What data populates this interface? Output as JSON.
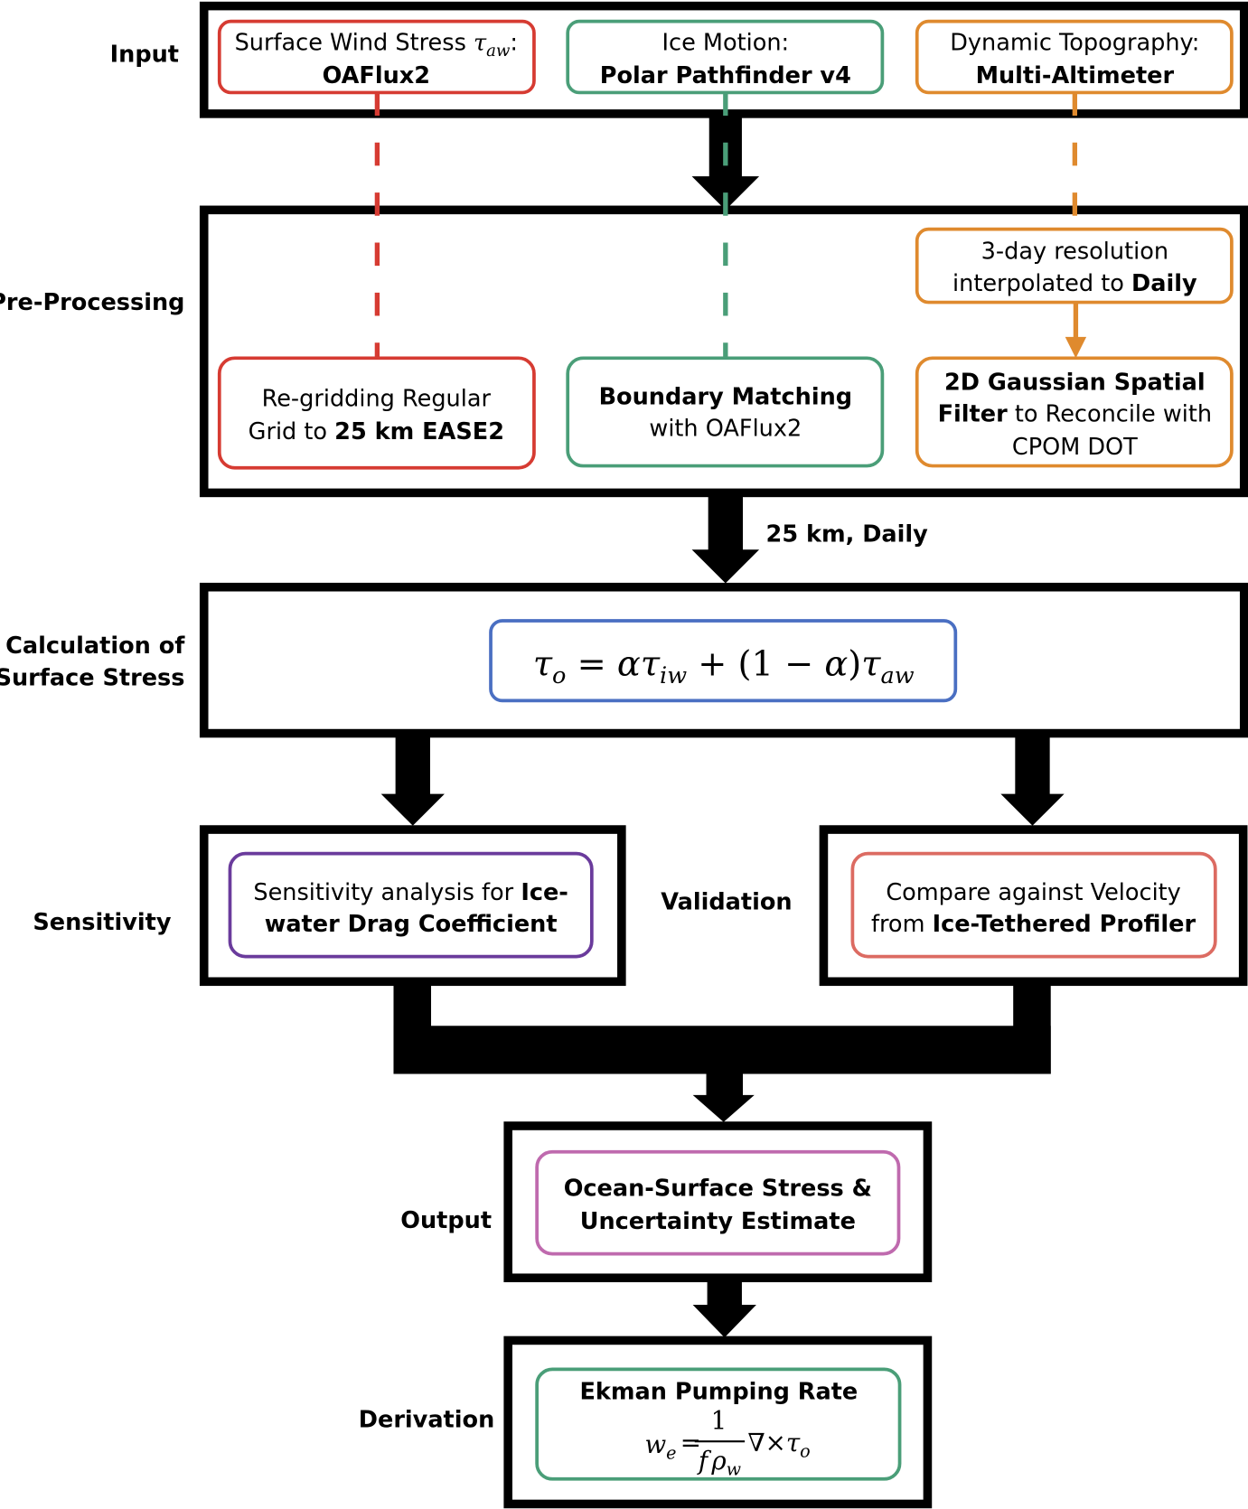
{
  "colors": {
    "red": "#d63b32",
    "green": "#4a9e78",
    "orange": "#df8a2e",
    "blue": "#4a6fc2",
    "purple": "#6a3b9c",
    "salmon": "#dc6b62",
    "magenta": "#bf6aae",
    "black": "#000000"
  },
  "stages": {
    "input": "Input",
    "preprocessing": "Pre-Processing",
    "calculation_line1": "Calculation of",
    "calculation_line2": "Surface Stress",
    "sensitivity": "Sensitivity",
    "validation": "Validation",
    "output": "Output",
    "derivation": "Derivation"
  },
  "inputs": {
    "wind": {
      "line1": "Surface Wind Stress ",
      "symbol": "τ",
      "subscript": "aw",
      "suffix": ":",
      "line2": "OAFlux2"
    },
    "ice": {
      "line1": "Ice Motion:",
      "line2": "Polar Pathfinder v4"
    },
    "topo": {
      "line1": "Dynamic Topography:",
      "line2": "Multi-Altimeter"
    }
  },
  "preprocessing": {
    "regrid": {
      "line1": "Re-gridding Regular",
      "line2_normal": "Grid to ",
      "line2_bold": "25 km EASE2"
    },
    "boundary": {
      "line1_bold": "Boundary Matching",
      "line2": "with OAFlux2"
    },
    "interp": {
      "line1": "3-day resolution",
      "line2_normal": "interpolated to ",
      "line2_bold": "Daily"
    },
    "gaussian": {
      "line1_bold": "2D Gaussian Spatial",
      "line2_bold": "Filter",
      "line2_normal": " to Reconcile with",
      "line3": "CPOM DOT"
    }
  },
  "arrow_label": "25 km, Daily",
  "equation": {
    "lhs": "τ",
    "lhs_sub": "o",
    "eq": " = ",
    "alpha": "α",
    "tau": "τ",
    "sub_iw": "iw",
    "plus": " + (1 − ",
    "alpha2": "α",
    "close": ")",
    "tau2": "τ",
    "sub_aw": "aw"
  },
  "sensitivity_box": {
    "line1_normal": "Sensitivity analysis for ",
    "line1_bold": "Ice-",
    "line2_bold": "water Drag Coefficient"
  },
  "validation_box": {
    "line1": "Compare against Velocity",
    "line2_normal": "from ",
    "line2_bold": "Ice-Tethered Profiler"
  },
  "output_box": {
    "line1": "Ocean-Surface Stress &",
    "line2": "Uncertainty Estimate"
  },
  "derivation_box": {
    "title": "Ekman Pumping Rate",
    "w": "w",
    "w_sub": "e",
    "eq": "=",
    "numerator": "1",
    "den_f": "f",
    "den_rho": "ρ",
    "den_sub": "w",
    "curl": "∇×",
    "tau": "τ",
    "tau_sub": "o"
  }
}
